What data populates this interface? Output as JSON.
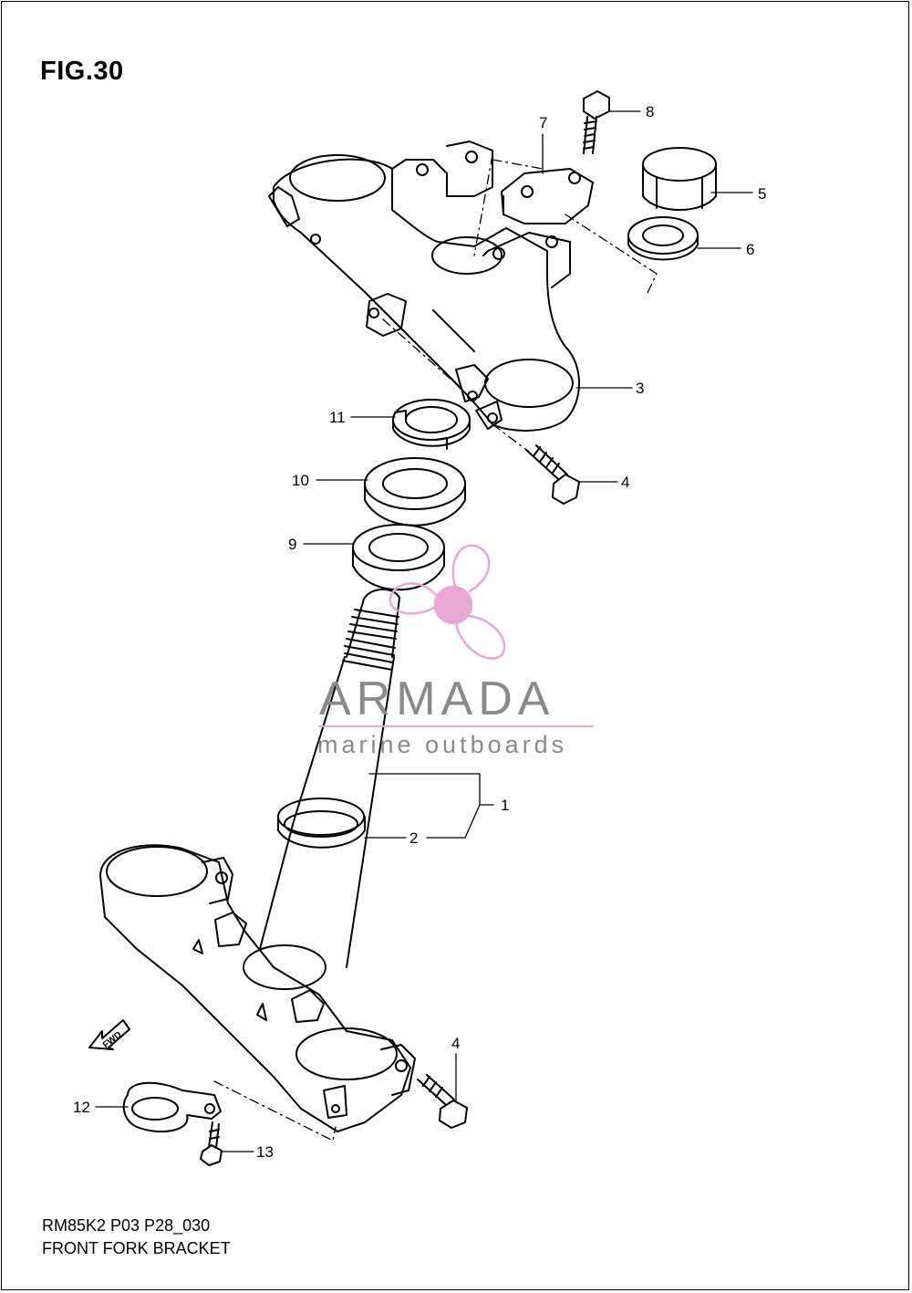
{
  "figure": {
    "title": "FIG.30",
    "code": "RM85K2 P03 P28_030",
    "name": "FRONT FORK BRACKET"
  },
  "watermark": {
    "brand": "ARMADA",
    "tagline": "marine outboards",
    "accent_color": "#e9a8d3"
  },
  "direction_marker": "FWD",
  "callouts": [
    {
      "num": "1"
    },
    {
      "num": "2"
    },
    {
      "num": "3"
    },
    {
      "num": "4"
    },
    {
      "num": "4"
    },
    {
      "num": "5"
    },
    {
      "num": "6"
    },
    {
      "num": "7"
    },
    {
      "num": "8"
    },
    {
      "num": "9"
    },
    {
      "num": "10"
    },
    {
      "num": "11"
    },
    {
      "num": "12"
    },
    {
      "num": "13"
    }
  ]
}
